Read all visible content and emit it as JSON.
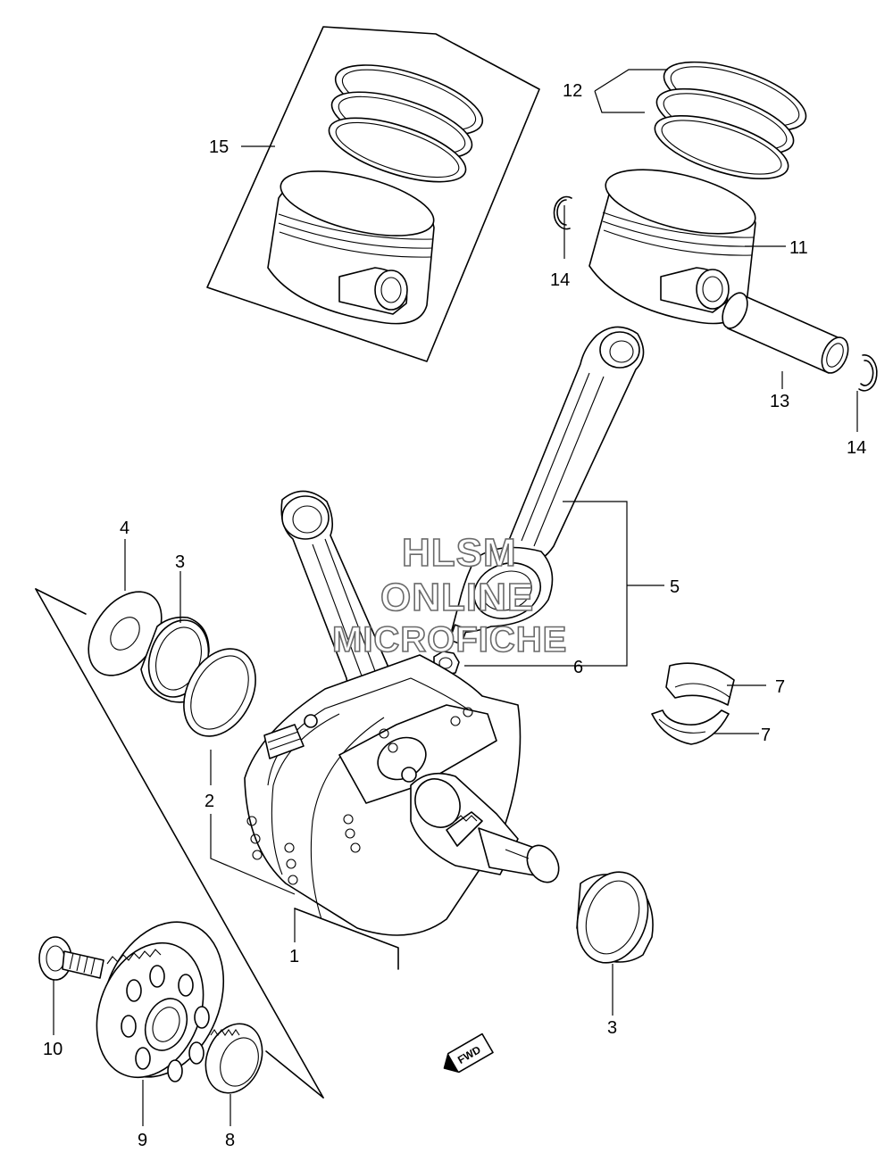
{
  "diagram": {
    "callouts": {
      "p1": "1",
      "p2": "2",
      "p3a": "3",
      "p3b": "3",
      "p4": "4",
      "p5": "5",
      "p6": "6",
      "p7a": "7",
      "p7b": "7",
      "p8": "8",
      "p9": "9",
      "p10": "10",
      "p11": "11",
      "p12": "12",
      "p13": "13",
      "p14a": "14",
      "p14b": "14",
      "p15": "15"
    },
    "watermark": {
      "line1": "HLSM",
      "line2": "ONLINE",
      "line3": "MICROFICHE"
    },
    "direction_badge": "FWD"
  }
}
